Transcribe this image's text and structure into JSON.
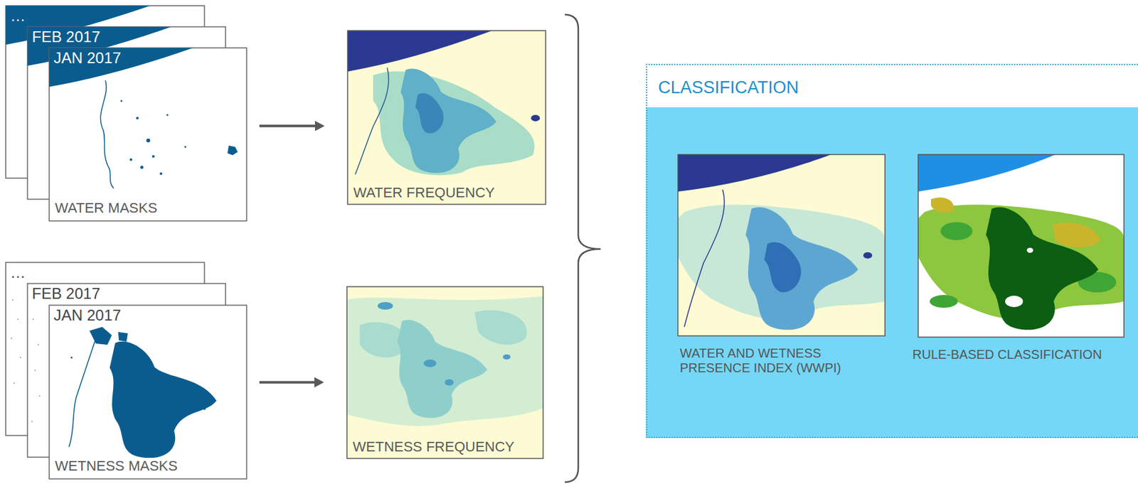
{
  "diagram": {
    "nodes": [
      {
        "text": [
          "…"
        ]
      },
      {
        "text": [
          "FEB 2017"
        ]
      },
      {
        "text": [
          "JAN 2017",
          "WATER MASKS"
        ]
      },
      {
        "text": [
          "WATER FREQUENCY"
        ]
      },
      {
        "text": [
          "…"
        ]
      },
      {
        "text": [
          "FEB 2017"
        ]
      },
      {
        "text": [
          "JAN 2017",
          "WETNESS MASKS"
        ]
      },
      {
        "text": [
          "WETNESS FREQUENCY"
        ]
      },
      {
        "text": [
          "CLASSIFICATION"
        ]
      },
      {
        "text": [
          "WATER AND WETNESS PRESENCE INDEX (WWPI)"
        ],
        "in": 8
      },
      {
        "text": [
          "RULE-BASED CLASSIFICATION"
        ],
        "in": 8
      }
    ],
    "edges": [
      {
        "from": 2,
        "to": 3,
        "arrow": "to"
      },
      {
        "from": 6,
        "to": 7,
        "arrow": "to"
      }
    ]
  }
}
